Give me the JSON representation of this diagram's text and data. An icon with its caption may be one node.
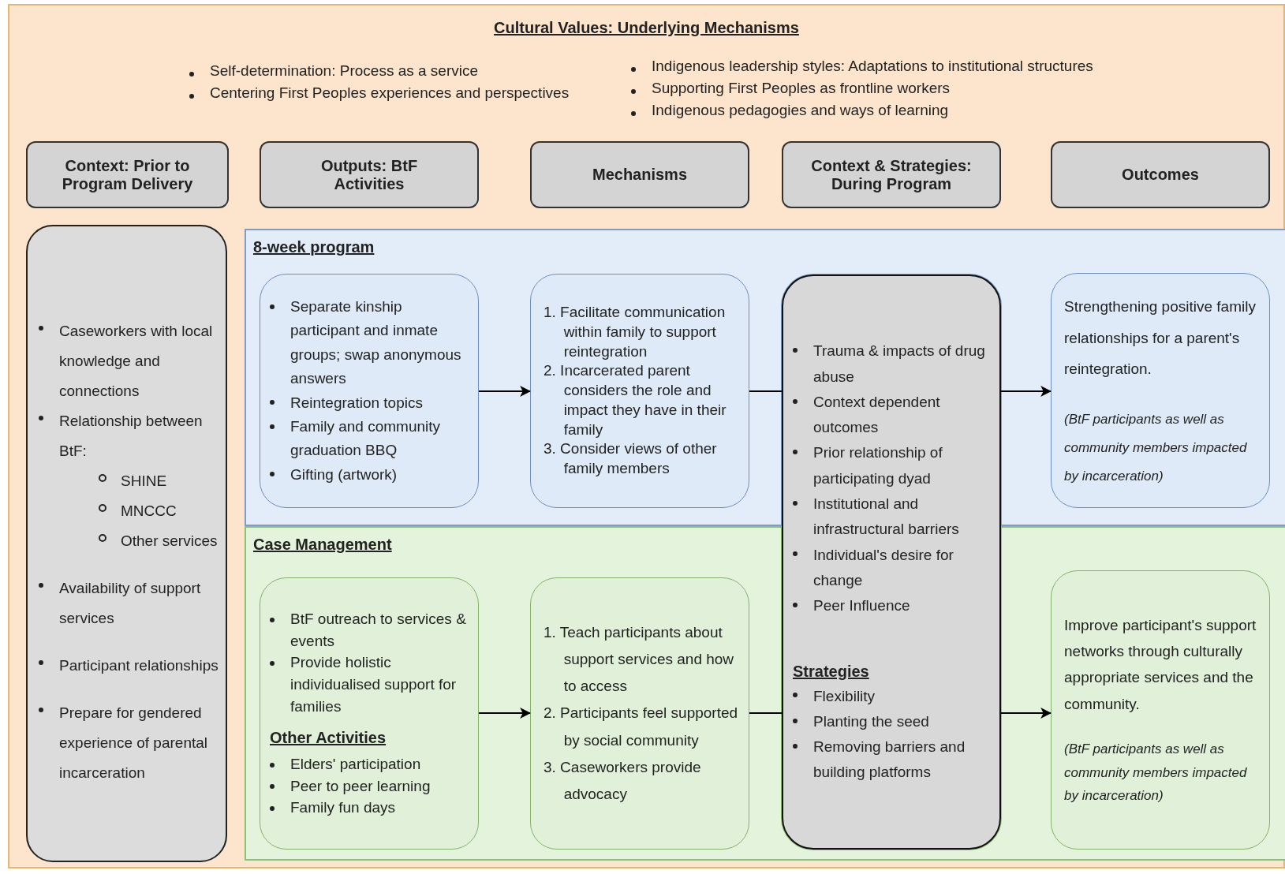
{
  "diagram": {
    "nodes": [
      {
        "text": [
          "Cultural Values: Underlying Mechanisms",
          "Self-determination: Process as a service",
          "Centering First Peoples experiences and perspectives",
          "Indigenous leadership styles: Adaptations to institutional structures",
          "Supporting First Peoples as frontline workers",
          "Indigenous pedagogies and ways of learning"
        ]
      },
      {
        "text": [
          "Context: Prior to Program Delivery"
        ],
        "in": 0
      },
      {
        "text": [
          "Outputs: BtF Activities"
        ],
        "in": 0
      },
      {
        "text": [
          "Mechanisms"
        ],
        "in": 0
      },
      {
        "text": [
          "Context & Strategies: During Program"
        ],
        "in": 0
      },
      {
        "text": [
          "Outcomes"
        ],
        "in": 0
      },
      {
        "text": [
          "Caseworkers with local knowledge and connections",
          "Relationship between BtF:",
          "SHINE",
          "MNCCC",
          "Other services",
          "Availability of support services",
          "Participant relationships",
          "Prepare for gendered experience of parental incarceration"
        ],
        "in": 0
      },
      {
        "text": [
          "8-week program"
        ],
        "in": 0
      },
      {
        "text": [
          "Separate kinship participant and inmate groups; swap anonymous answers",
          "Reintegration topics",
          "Family and community graduation BBQ",
          "Gifting (artwork)"
        ],
        "in": 7
      },
      {
        "text": [
          "1. Facilitate communication within family to support reintegration",
          "2. Incarcerated parent considers the role and impact they have in their family",
          "3. Consider views of other family members"
        ],
        "in": 7
      },
      {
        "text": [
          "Trauma & impacts of drug abuse",
          "Context dependent outcomes",
          "Prior relationship of participating dyad",
          "Institutional and infrastructural barriers",
          "Individual's desire for change",
          "Peer Influence",
          "Strategies",
          "Flexibility",
          "Planting the seed",
          "Removing barriers and building platforms"
        ],
        "in": 0
      },
      {
        "text": [
          "Strengthening positive family relationships for a parent's reintegration.",
          "(BtF participants as well as community members impacted by incarceration)"
        ],
        "in": 7
      },
      {
        "text": [
          "Case Management"
        ],
        "in": 0
      },
      {
        "text": [
          "BtF outreach to services & events",
          "Provide holistic individualised support for families",
          "Other Activities",
          "Elders' participation",
          "Peer to peer learning",
          "Family fun days"
        ],
        "in": 12
      },
      {
        "text": [
          "1. Teach participants about support services and how to access",
          "2. Participants feel supported by social community",
          "3. Caseworkers provide advocacy"
        ],
        "in": 12
      },
      {
        "text": [
          "Improve participant's support networks through culturally appropriate services and the community.",
          "(BtF participants as well as community members impacted by incarceration)"
        ],
        "in": 12
      }
    ],
    "edges": [
      {
        "from": 8,
        "to": 9,
        "arrow": "to"
      },
      {
        "from": 9,
        "to": 10,
        "arrow": "none"
      },
      {
        "from": 10,
        "to": 11,
        "arrow": "to"
      },
      {
        "from": 13,
        "to": 14,
        "arrow": "to"
      },
      {
        "from": 14,
        "to": 10,
        "arrow": "none"
      },
      {
        "from": 10,
        "to": 15,
        "arrow": "to"
      }
    ]
  }
}
